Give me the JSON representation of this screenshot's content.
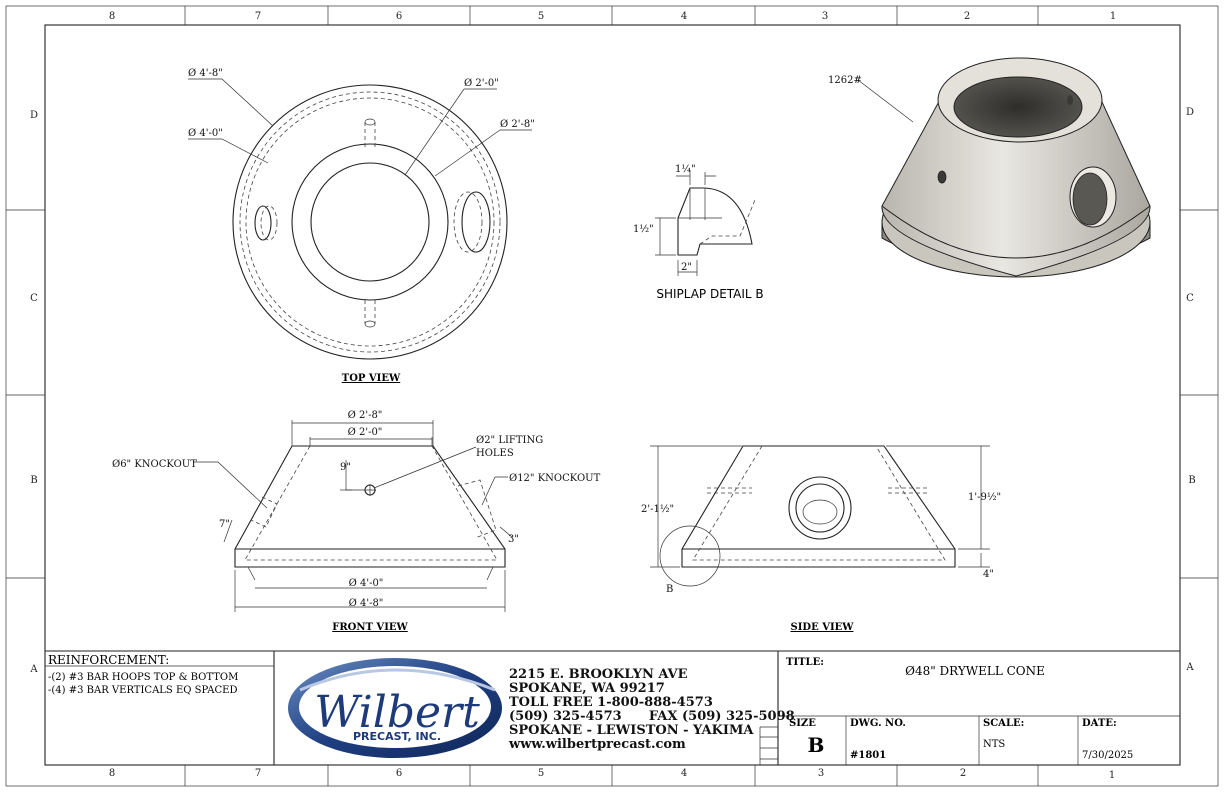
{
  "border": {
    "columns": [
      "8",
      "7",
      "6",
      "5",
      "4",
      "3",
      "2",
      "1"
    ],
    "rows": [
      "D",
      "C",
      "B",
      "A"
    ]
  },
  "top_view": {
    "label": "TOP VIEW",
    "dims": {
      "outer": "Ø 4'-8\"",
      "inner_base": "Ø 4'-0\"",
      "top_open": "Ø 2'-0\"",
      "top_outer": "Ø 2'-8\""
    }
  },
  "shiplap": {
    "label": "SHIPLAP DETAIL B",
    "dims": {
      "top": "1¼\"",
      "side": "1½\"",
      "bottom": "2\""
    }
  },
  "iso_view": {
    "weight": "1262#"
  },
  "front_view": {
    "label": "FRONT VIEW",
    "dims": {
      "top_outer": "Ø 2'-8\"",
      "top_inner": "Ø 2'-0\"",
      "lifting_line1": "Ø2\" LIFTING",
      "lifting_line2": "HOLES",
      "knockout_small": "Ø6\" KNOCKOUT",
      "knockout_large": "Ø12\" KNOCKOUT",
      "offset": "9\"",
      "seven": "7\"",
      "three": "3\"",
      "base_inner": "Ø 4'-0\"",
      "base_outer": "Ø 4'-8\""
    }
  },
  "side_view": {
    "label": "SIDE VIEW",
    "dims": {
      "height": "2'-1½\"",
      "cone_height": "1'-9½\"",
      "base": "4\"",
      "detail": "B"
    }
  },
  "title_block": {
    "reinforcement_title": "REINFORCEMENT:",
    "reinforcement_items": [
      "-(2) #3 BAR HOOPS TOP & BOTTOM",
      "-(4) #3 BAR VERTICALS EQ SPACED"
    ],
    "logo_text": "Wilbert",
    "logo_sub": "PRECAST, INC.",
    "address": [
      "2215 E. BROOKLYN AVE",
      "SPOKANE, WA 99217",
      "TOLL FREE 1-800-888-4573",
      "(509) 325-4573      FAX (509) 325-5098",
      "SPOKANE - LEWISTON - YAKIMA",
      "www.wilbertprecast.com"
    ],
    "title_label": "TITLE:",
    "title_value": "Ø48\" DRYWELL CONE",
    "size_label": "SIZE",
    "size_value": "B",
    "dwg_label": "DWG. NO.",
    "dwg_value": "#1801",
    "scale_label": "SCALE:",
    "scale_value": "NTS",
    "date_label": "DATE:",
    "date_value": "7/30/2025"
  }
}
